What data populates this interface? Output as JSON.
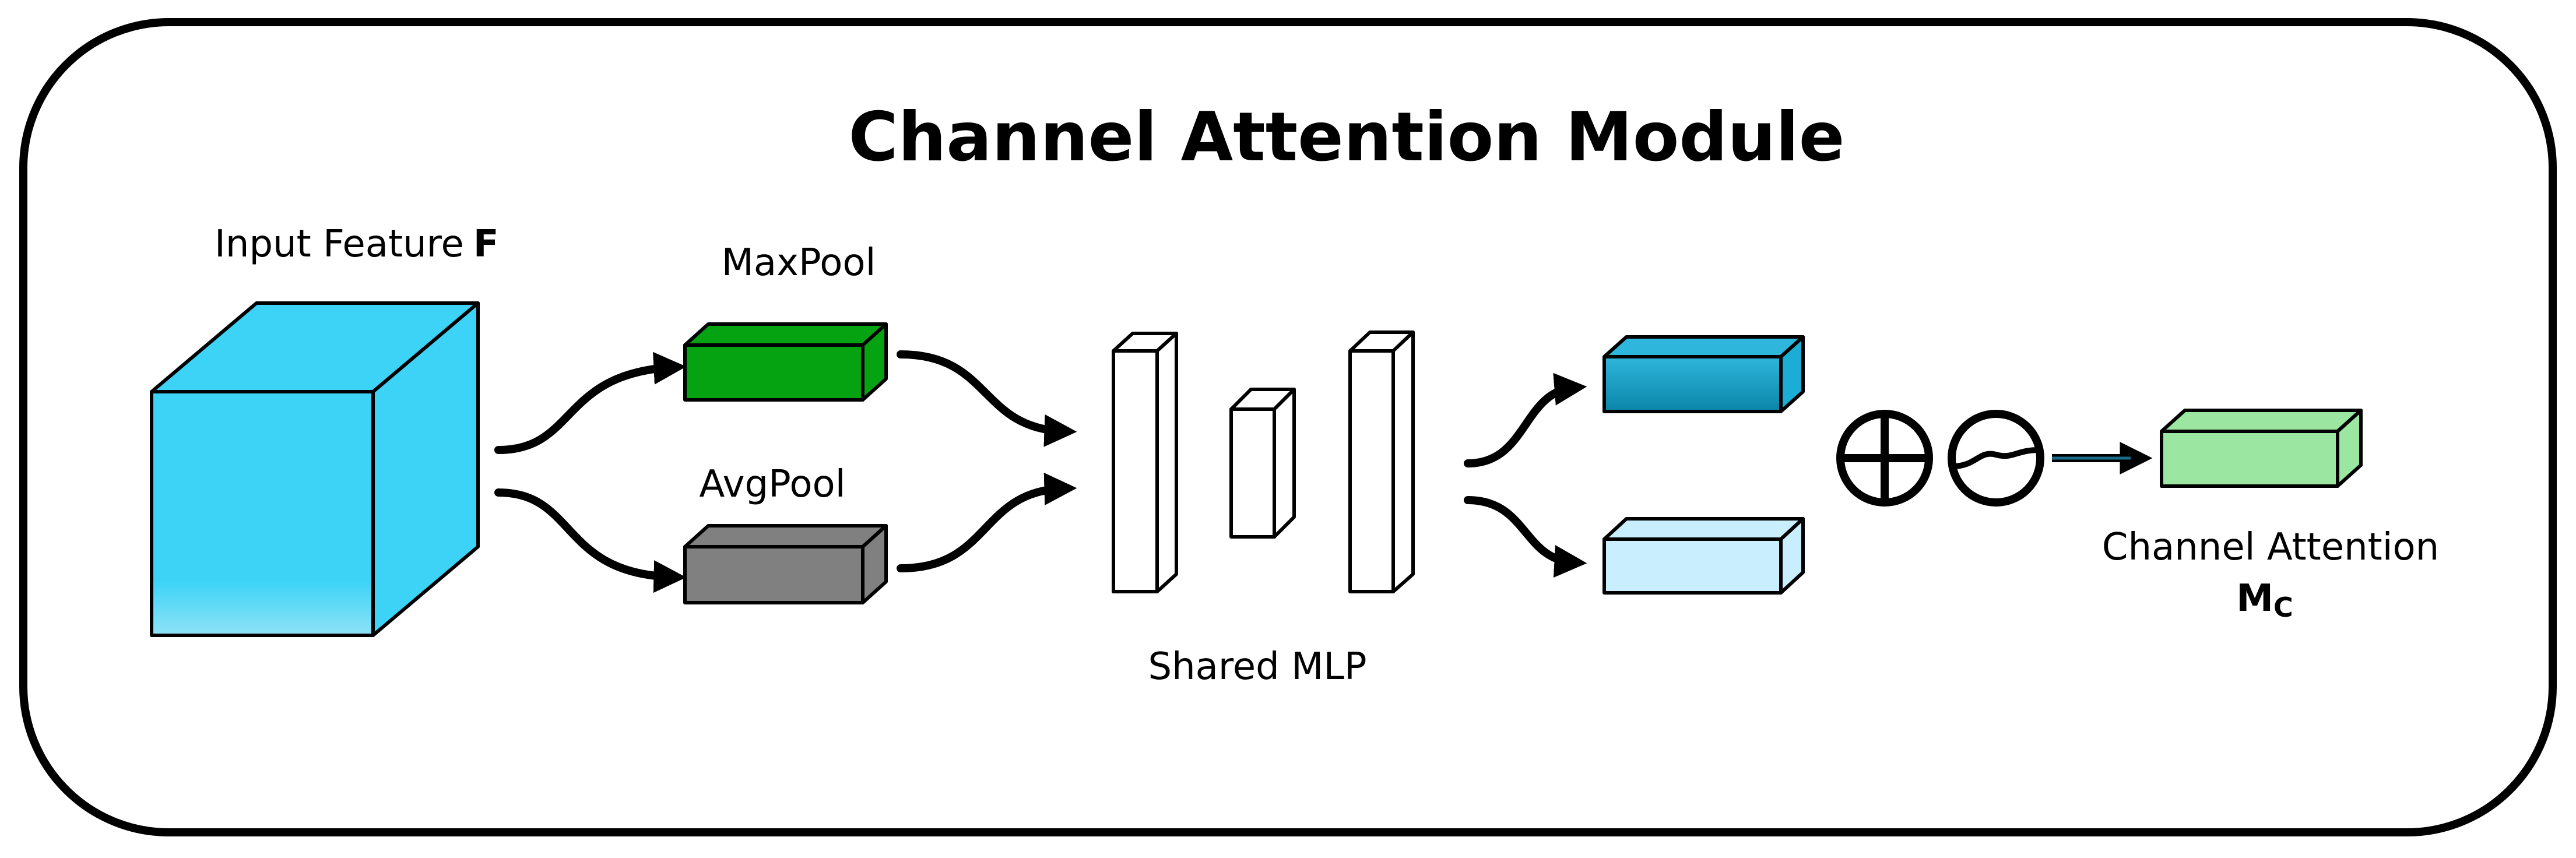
{
  "title": "Channel Attention Module",
  "labels": {
    "input_feature": "Input Feature",
    "input_feature_symbol": "F",
    "maxpool": "MaxPool",
    "avgpool": "AvgPool",
    "shared_mlp": "Shared MLP",
    "channel_attention": "Channel Attention",
    "output_symbol_main": "M",
    "output_symbol_sub": "C"
  },
  "colors": {
    "input_cube": "#3dd3f7",
    "maxpool_block": "#05a312",
    "avgpool_block": "#808080",
    "mlp_output_top": "#1badd6",
    "mlp_output_bottom": "#c9efff",
    "output_block": "#9be6a0",
    "arrow_accent": "#1a6b8a"
  },
  "icons": {
    "sum": "circle-plus-icon",
    "activation": "sigmoid-icon"
  }
}
